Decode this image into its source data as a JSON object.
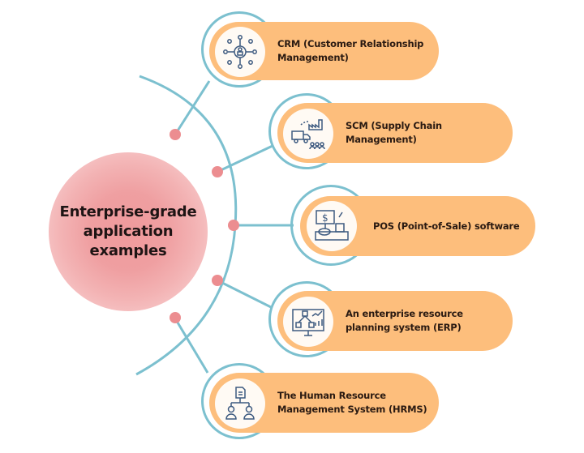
{
  "diagram": {
    "center": {
      "title": "Enterprise-grade application examples"
    },
    "items": [
      {
        "label": "CRM (Customer Relationship Management)",
        "icon": "network-user-icon"
      },
      {
        "label": "SCM (Supply Chain Management)",
        "icon": "truck-factory-icon"
      },
      {
        "label": "POS (Point-of-Sale) software",
        "icon": "cash-register-icon"
      },
      {
        "label": "An enterprise resource planning system (ERP)",
        "icon": "monitor-flow-chart-icon"
      },
      {
        "label": "The Human Resource Management System (HRMS)",
        "icon": "org-chart-people-icon"
      }
    ],
    "colors": {
      "pill": "#fdbe7c",
      "connector": "#7cc0cf",
      "dot": "#ec8d90",
      "hub": "#ef9a9c",
      "icon": "#3d5a80"
    }
  }
}
